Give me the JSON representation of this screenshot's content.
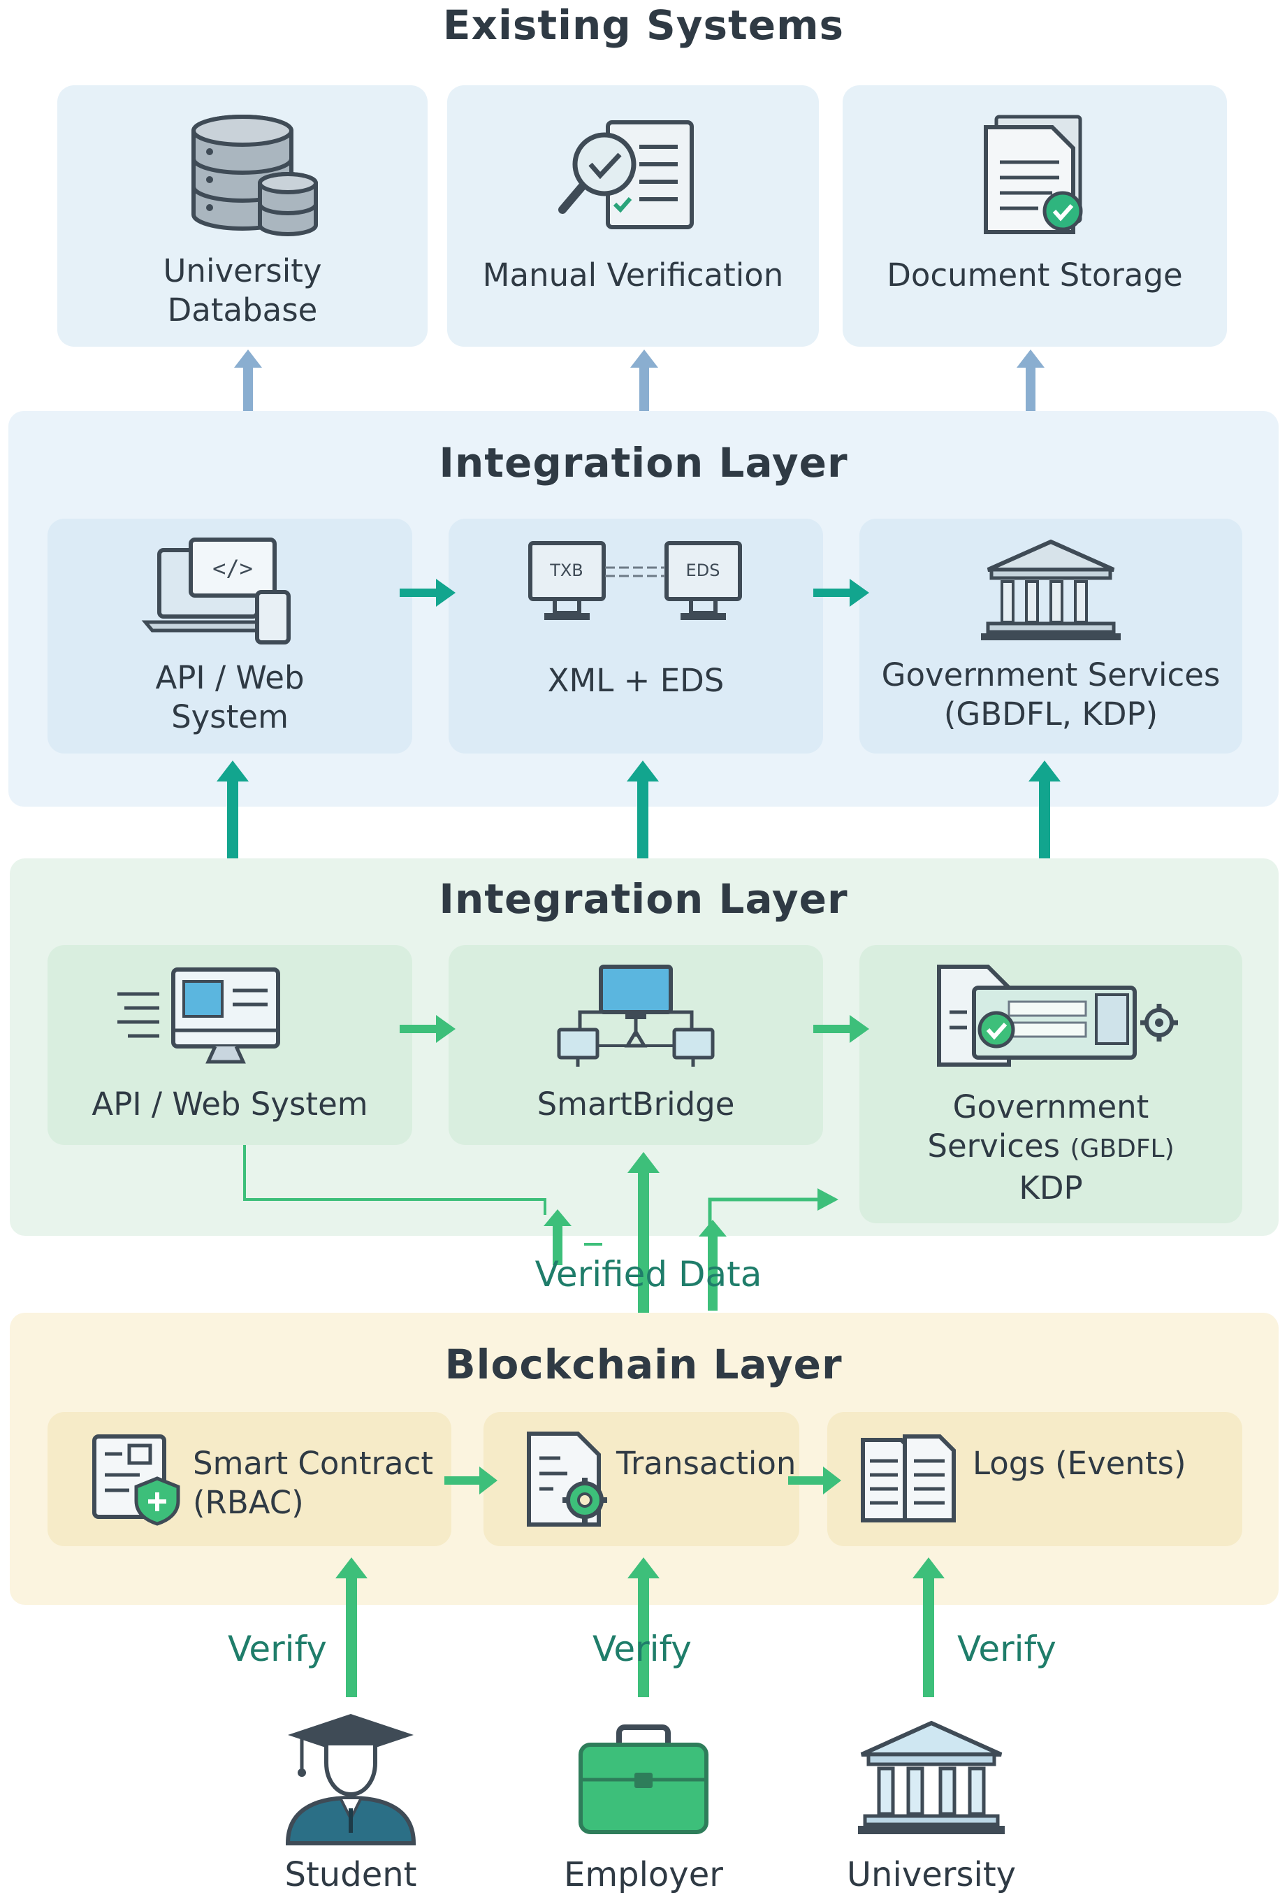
{
  "existing": {
    "title": "Existing Systems",
    "cards": [
      {
        "line1": "University",
        "line2": "Database",
        "icon": "database-icon"
      },
      {
        "label": "Manual Verification",
        "icon": "magnifier-document-icon"
      },
      {
        "label": "Document Storage",
        "icon": "document-check-icon"
      }
    ]
  },
  "integration_top": {
    "title": "Integration Layer",
    "cards": [
      {
        "line1": "API / Web",
        "line2": "System",
        "icon": "laptop-code-icon"
      },
      {
        "label": "XML + EDS",
        "left_screen": "TXB",
        "right_screen": "EDS",
        "icon": "two-monitors-icon"
      },
      {
        "line1": "Government Services",
        "line2": "(GBDFL, KDP)",
        "icon": "government-building-icon"
      }
    ]
  },
  "integration_mid": {
    "title": "Integration Layer",
    "cards": [
      {
        "label": "API / Web System",
        "icon": "desktop-monitor-icon"
      },
      {
        "label": "SmartBridge",
        "icon": "network-bridge-icon"
      },
      {
        "line1": "Government",
        "line2a": "Services",
        "line2b": "(GBDFL)",
        "line3": "KDP",
        "icon": "document-gear-icon"
      }
    ],
    "verified_label": "Verified Data"
  },
  "blockchain": {
    "title": "Blockchain Layer",
    "cards": [
      {
        "line1": "Smart Contract",
        "line2": "(RBAC)",
        "icon": "contract-shield-icon"
      },
      {
        "label": "Transaction",
        "icon": "document-gear-icon"
      },
      {
        "label": "Logs (Events)",
        "icon": "logs-document-icon"
      }
    ]
  },
  "actors": {
    "verify_label": "Verify",
    "items": [
      {
        "label": "Student",
        "icon": "graduate-icon"
      },
      {
        "label": "Employer",
        "icon": "briefcase-icon"
      },
      {
        "label": "University",
        "icon": "university-building-icon"
      }
    ]
  },
  "colors": {
    "blue_arrow": "#8aaed0",
    "teal_arrow": "#12a58e",
    "green_arrow": "#3dbf7a",
    "teal_text": "#1f7d6a"
  }
}
